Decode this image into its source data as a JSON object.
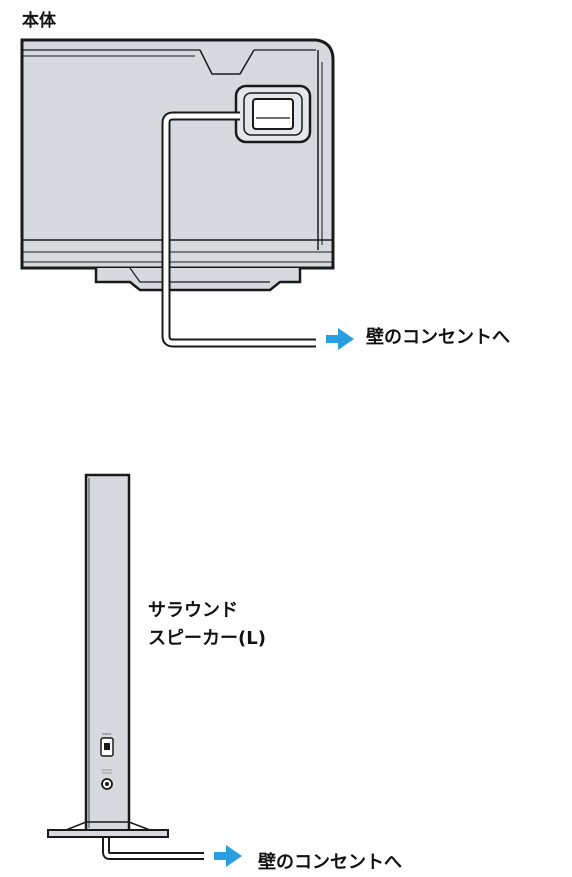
{
  "main_unit": {
    "title": "本体"
  },
  "power_connection": {
    "main_unit_label": "壁のコンセントへ",
    "speaker_label": "壁のコンセントへ"
  },
  "speaker": {
    "name_line1": "サラウンド",
    "name_line2": "スピーカー(L)"
  },
  "colors": {
    "arrow": "#2a9fe0",
    "device_fill": "#d7d9df",
    "outline": "#1a1a1a"
  },
  "icons": [
    "arrow-right-icon"
  ]
}
